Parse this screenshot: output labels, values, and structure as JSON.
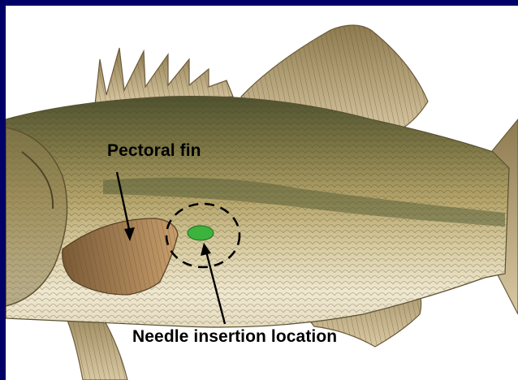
{
  "labels": {
    "pectoral_fin": "Pectoral fin",
    "needle_insertion": "Needle insertion location"
  },
  "colors": {
    "frame": "#000066",
    "background": "#ffffff",
    "insertion_marker": "#3cb33c",
    "fish_back": "#6b6a3a",
    "fish_side": "#b8a86e",
    "fish_belly": "#efe6cc",
    "fin": "#a8865a",
    "lateral_stripe": "#59613a"
  },
  "icons": {
    "marker": "green-oval-marker",
    "target": "dashed-circle"
  }
}
